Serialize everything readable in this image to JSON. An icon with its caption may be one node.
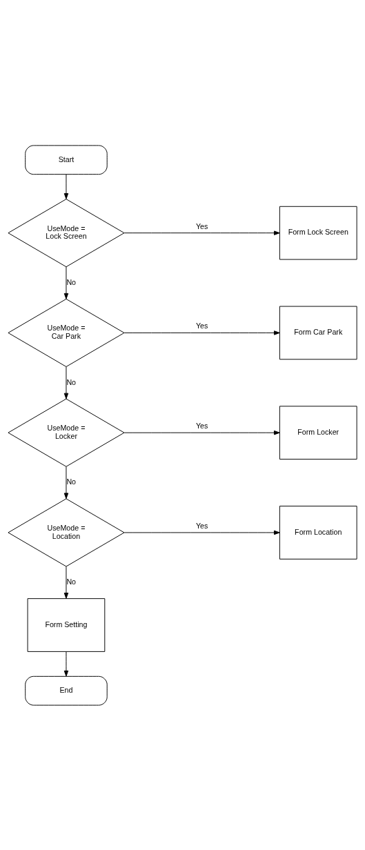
{
  "diagram": {
    "nodes": [
      {
        "text": [
          "Start"
        ]
      },
      {
        "text": [
          "UseMode = Lock Screen"
        ]
      },
      {
        "text": [
          "Form Lock Screen"
        ]
      },
      {
        "text": [
          "UseMode = Car Park"
        ]
      },
      {
        "text": [
          "Form Car Park"
        ]
      },
      {
        "text": [
          "UseMode = Locker"
        ]
      },
      {
        "text": [
          "Form Locker"
        ]
      },
      {
        "text": [
          "UseMode = Location"
        ]
      },
      {
        "text": [
          "Form Location"
        ]
      },
      {
        "text": [
          "Form Setting"
        ]
      },
      {
        "text": [
          "End"
        ]
      }
    ],
    "edges": [
      {
        "from": 0,
        "to": 1,
        "arrow": "to"
      },
      {
        "from": 1,
        "to": 2,
        "arrow": "to",
        "label": "Yes"
      },
      {
        "from": 1,
        "to": 3,
        "arrow": "to",
        "label": "No"
      },
      {
        "from": 3,
        "to": 4,
        "arrow": "to",
        "label": "Yes"
      },
      {
        "from": 3,
        "to": 5,
        "arrow": "to",
        "label": "No"
      },
      {
        "from": 5,
        "to": 6,
        "arrow": "to",
        "label": "Yes"
      },
      {
        "from": 5,
        "to": 7,
        "arrow": "to",
        "label": "No"
      },
      {
        "from": 7,
        "to": 8,
        "arrow": "to",
        "label": "Yes"
      },
      {
        "from": 7,
        "to": 9,
        "arrow": "to",
        "label": "No"
      },
      {
        "from": 9,
        "to": 10,
        "arrow": "to"
      }
    ]
  }
}
